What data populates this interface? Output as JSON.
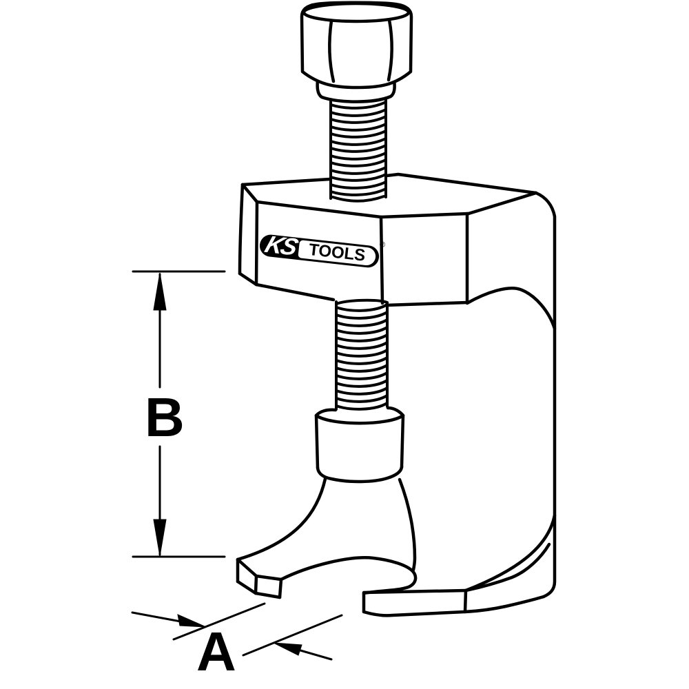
{
  "drawing": {
    "kind": "technical line drawing of a puller tool",
    "background": "#ffffff",
    "line_color": "#000000"
  },
  "logo": {
    "ks": "KS",
    "tools": "TOOLS",
    "registered": "®"
  },
  "dimensions": {
    "depth_label": "B",
    "width_label": "A"
  }
}
